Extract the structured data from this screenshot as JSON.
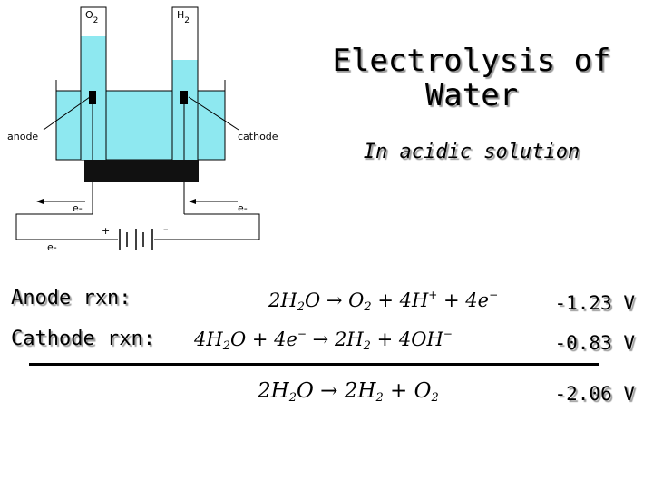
{
  "diagram": {
    "gas_left": "O",
    "gas_left_sub": "2",
    "gas_right": "H",
    "gas_right_sub": "2",
    "anode_label": "anode",
    "cathode_label": "cathode",
    "electron_top_left": "e-",
    "electron_top_right": "e-",
    "electron_bottom_left": "e-",
    "battery_plus": "+",
    "battery_minus": "–",
    "colors": {
      "water": "#8ee8f0",
      "electrode": "#000000",
      "base": "#111111"
    }
  },
  "title_line1": "Electrolysis of",
  "title_line2": "Water",
  "subtitle": "In acidic solution",
  "anode": {
    "label": "Anode rxn:",
    "eq": [
      "2H",
      "2",
      "O",
      "→",
      "O",
      "2",
      " + 4H",
      "+",
      " + 4e",
      "−"
    ],
    "voltage": "-1.23 V"
  },
  "cathode": {
    "label": "Cathode rxn:",
    "eq": [
      "4H",
      "2",
      "O + 4e",
      "−",
      "→",
      "2H",
      "2",
      " + 4OH",
      "−"
    ],
    "voltage": "-0.83 V"
  },
  "overall": {
    "eq": [
      "2H",
      "2",
      "O",
      "→",
      "2H",
      "2",
      " + O",
      "2"
    ],
    "voltage": "-2.06 V"
  }
}
